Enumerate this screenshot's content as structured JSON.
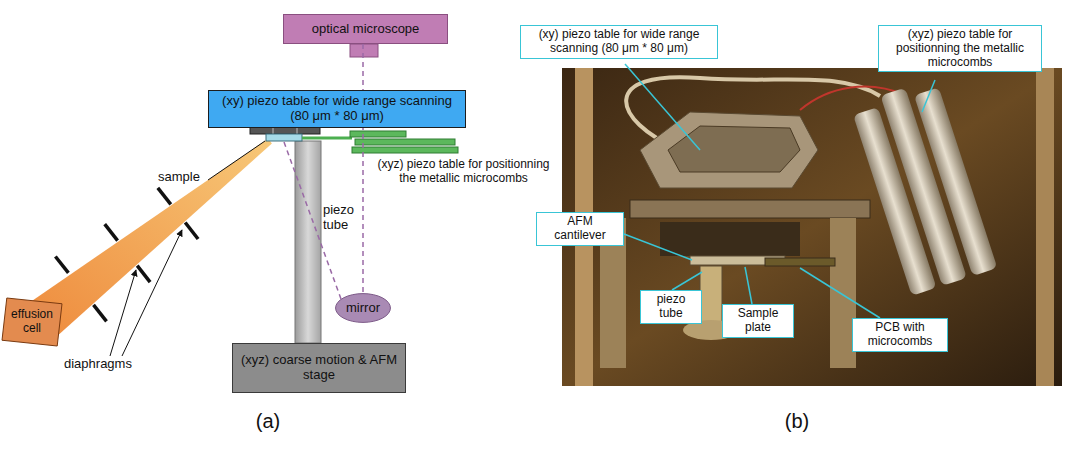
{
  "diagram": {
    "nodes": [
      {
        "text": [
          "optical microscope"
        ]
      },
      {
        "text": [
          "(xy) piezo table for wide range scanning (80 μm * 80 μm)"
        ]
      },
      {
        "text": [
          "mirror"
        ]
      },
      {
        "text": [
          "effusion cell"
        ]
      },
      {
        "text": [
          "(xyz) coarse motion & AFM stage"
        ]
      },
      {
        "text": [
          "(xy) piezo table for wide range scanning (80 μm * 80 μm)"
        ]
      },
      {
        "text": [
          "(xyz) piezo table for positionning the metallic microcombs"
        ]
      },
      {
        "text": [
          "AFM cantilever"
        ]
      },
      {
        "text": [
          "piezo tube"
        ]
      },
      {
        "text": [
          "Sample plate"
        ]
      },
      {
        "text": [
          "PCB with microcombs"
        ]
      }
    ],
    "edges": [
      {
        "from": 0,
        "to": 2,
        "arrow": "none"
      }
    ],
    "labels": [
      "sample",
      "diaphragms",
      "(xyz) piezo table for positionning the metallic microcombs",
      "piezo tube",
      "(a)",
      "(b)"
    ]
  }
}
